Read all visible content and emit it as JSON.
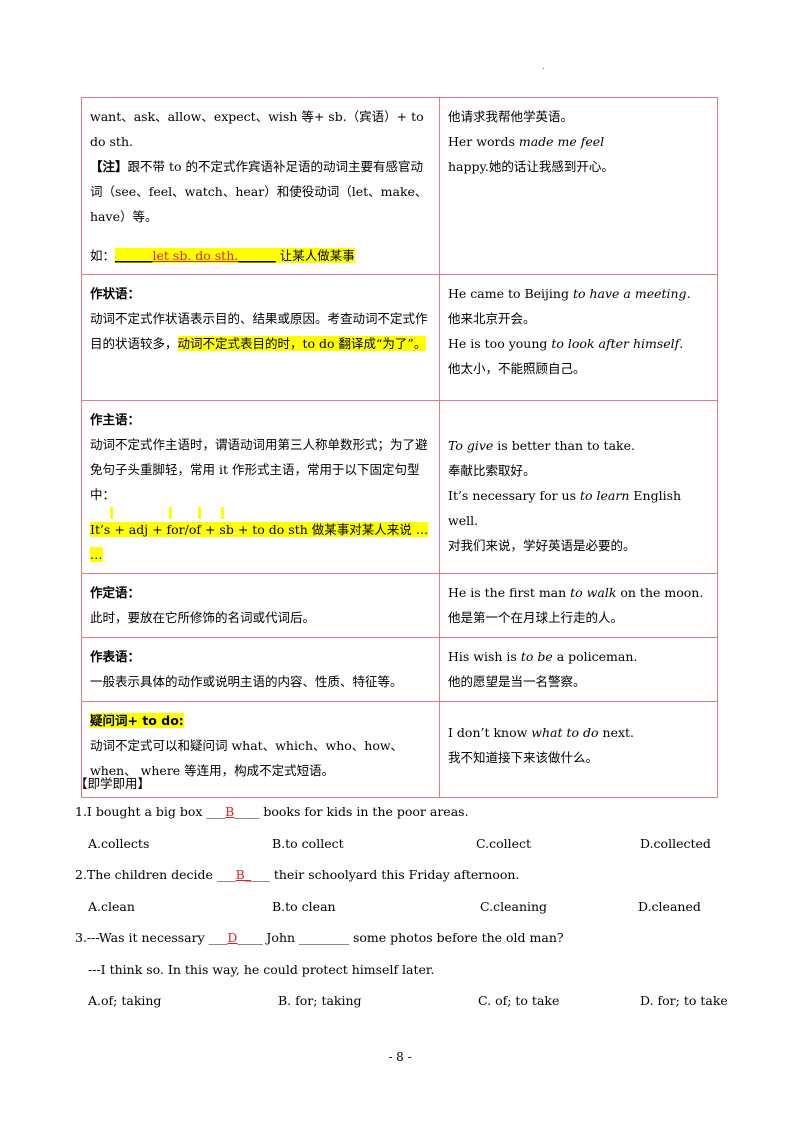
{
  "top_dot": ".",
  "rows": [
    {
      "left": {
        "line1": "want、ask、allow、expect、wish 等+ sb.（宾语）+ to do sth.",
        "note_tag": "【注】",
        "note_text": "跟不带 to 的不定式作宾语补足语的动词主要有感官动词（see、feel、watch、hear）和使役动词（let、make、have）等。",
        "ru_prefix": "如：",
        "ru_blank_pre": "______",
        "ru_answer": "let sb. do sth.",
        "ru_blank_post": "______",
        "ru_suffix": "让某人做某事"
      },
      "right": {
        "l1": "他请求我帮他学英语。",
        "l2a": "Her words ",
        "l2b": "made me feel",
        "l3": "happy.她的话让我感到开心。"
      }
    },
    {
      "left": {
        "label": "作状语：",
        "text": "动词不定式作状语表示目的、结果或原因。考查动词不定式作目的状语较多，",
        "hl": "动词不定式表目的时，to do 翻译成“为了”。"
      },
      "right": {
        "l1a": "He came to Beijing ",
        "l1b": "to have a meeting",
        "l1c": ".",
        "l2": "他来北京开会。",
        "l3a": "He is too young ",
        "l3b": "to look after himself",
        "l3c": ".",
        "l4": "他太小，不能照顾自己。"
      }
    },
    {
      "left": {
        "label": "作主语：",
        "text": "动词不定式作主语时，谓语动词用第三人称单数形式；为了避免句子头重脚轻，常用 it 作形式主语，常用于以下固定句型中：",
        "hl": "It’s + adj + for/of + sb + to do sth 做某事对某人来说 … …"
      },
      "right": {
        "l1a": "To give",
        "l1b": " is better than to take.",
        "l2": "奉献比索取好。",
        "l3a": "It’s necessary for us ",
        "l3b": "to learn",
        "l3c": " English well.",
        "l4": "对我们来说，学好英语是必要的。"
      }
    },
    {
      "left": {
        "label": "作定语：",
        "text": "此时，要放在它所修饰的名词或代词后。"
      },
      "right": {
        "l1a": "He is the first man ",
        "l1b": "to walk",
        "l1c": " on the moon.",
        "l2": "他是第一个在月球上行走的人。"
      }
    },
    {
      "left": {
        "label": "作表语：",
        "text": "一般表示具体的动作或说明主语的内容、性质、特征等。"
      },
      "right": {
        "l1a": "His wish is ",
        "l1b": "to be",
        "l1c": " a policeman.",
        "l2": "他的愿望是当一名警察。"
      }
    },
    {
      "left": {
        "label": "疑问词+ to do:",
        "text": "动词不定式可以和疑问词 what、which、who、how、when、 where 等连用，构成不定式短语。"
      },
      "right": {
        "l1a": "I don’t know ",
        "l1b": "what to do",
        "l1c": " next.",
        "l2": "我不知道接下来该做什么。"
      }
    }
  ],
  "practice": {
    "heading": "【即学即用】",
    "q1": {
      "pre": "1.I bought a big box ___",
      "ans": "B",
      "post": "____ books for kids in the poor areas.",
      "opts": [
        "A.collects",
        "B.to collect",
        "C.collect",
        "D.collected"
      ]
    },
    "q2": {
      "pre": "2.The children decide ___",
      "ans": "B_",
      "post": "___ their schoolyard this Friday afternoon.",
      "opts": [
        "A.clean",
        "B.to clean",
        "C.cleaning",
        "D.cleaned"
      ]
    },
    "q3": {
      "pre": "3.---Was it necessary ___",
      "ans": "D",
      "post": "____ John ________ some photos before the old man?",
      "line2": "---I think so. In this way, he could protect himself later.",
      "opts": [
        "A.of; taking",
        "B. for; taking",
        "C. of; to take",
        "D. for; to take"
      ]
    }
  },
  "page_number": "- 8 -"
}
